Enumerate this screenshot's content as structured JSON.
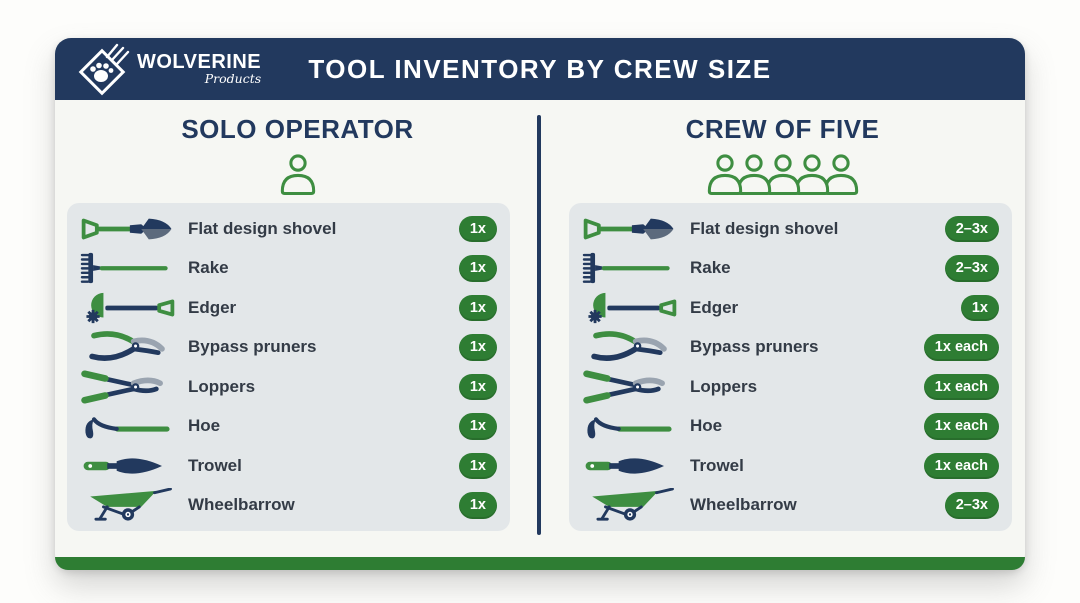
{
  "header": {
    "title": "TOOL INVENTORY BY CREW SIZE",
    "logo": {
      "brand": "WOLVERINE",
      "product_line": "Products"
    }
  },
  "colors": {
    "navy": "#22395e",
    "green": "#2e7d33",
    "icon_green": "#3e8e41",
    "panel_gray": "#e3e7e9",
    "card_bg": "#f6f7f3"
  },
  "columns": [
    {
      "title": "SOLO OPERATOR",
      "crew_count": 1,
      "tools": [
        {
          "name": "Flat design shovel",
          "qty": "1x"
        },
        {
          "name": "Rake",
          "qty": "1x"
        },
        {
          "name": "Edger",
          "qty": "1x"
        },
        {
          "name": "Bypass pruners",
          "qty": "1x"
        },
        {
          "name": "Loppers",
          "qty": "1x"
        },
        {
          "name": "Hoe",
          "qty": "1x"
        },
        {
          "name": "Trowel",
          "qty": "1x"
        },
        {
          "name": "Wheelbarrow",
          "qty": "1x"
        }
      ]
    },
    {
      "title": "CREW OF FIVE",
      "crew_count": 5,
      "tools": [
        {
          "name": "Flat design shovel",
          "qty": "2–3x"
        },
        {
          "name": "Rake",
          "qty": "2–3x"
        },
        {
          "name": "Edger",
          "qty": "1x"
        },
        {
          "name": "Bypass pruners",
          "qty": "1x each"
        },
        {
          "name": "Loppers",
          "qty": "1x each"
        },
        {
          "name": "Hoe",
          "qty": "1x each"
        },
        {
          "name": "Trowel",
          "qty": "1x each"
        },
        {
          "name": "Wheelbarrow",
          "qty": "2–3x"
        }
      ]
    }
  ]
}
